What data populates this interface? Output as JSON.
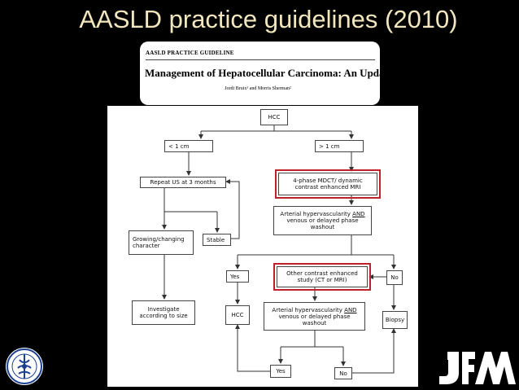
{
  "slide": {
    "title": "AASLD practice guidelines (2010)"
  },
  "paper": {
    "journal_label": "AASLD PRACTICE GUIDELINE",
    "title": "Management of Hepatocellular Carcinoma: An Update",
    "authors": "Jordi Bruix¹ and Morris Sherman²"
  },
  "flowchart": {
    "hcc": "HCC",
    "lt1cm": "< 1 cm",
    "gt1cm": "> 1 cm",
    "repeat_us": "Repeat US at 3 months",
    "mdct": "4-phase MDCT/ dynamic contrast enhanced MRI",
    "arterial_top_1": "Arterial hypervascularity ",
    "arterial_top_and": "AND",
    "arterial_top_2": " venous or delayed phase washout",
    "growing": "Growing/changing character",
    "stable": "Stable",
    "yes_1": "Yes",
    "other_contrast": "Other contrast enhanced study (CT or MRI)",
    "no_1": "No",
    "investigate": "Investigate according to size",
    "hcc_result": "HCC",
    "arterial_bottom_1": "Arterial hypervascularity ",
    "arterial_bottom_and": "AND",
    "arterial_bottom_2": " venous or delayed phase washout",
    "biopsy": "Biopsy",
    "yes_2": "Yes",
    "no_2": "No"
  },
  "colors": {
    "title": "#f2e6bf",
    "highlight_border": "#c0202a",
    "logo_blue": "#1b3f8f"
  },
  "logos": {
    "left_icon": "society-seal-icon",
    "right_icon": "jfm-logo-icon"
  }
}
